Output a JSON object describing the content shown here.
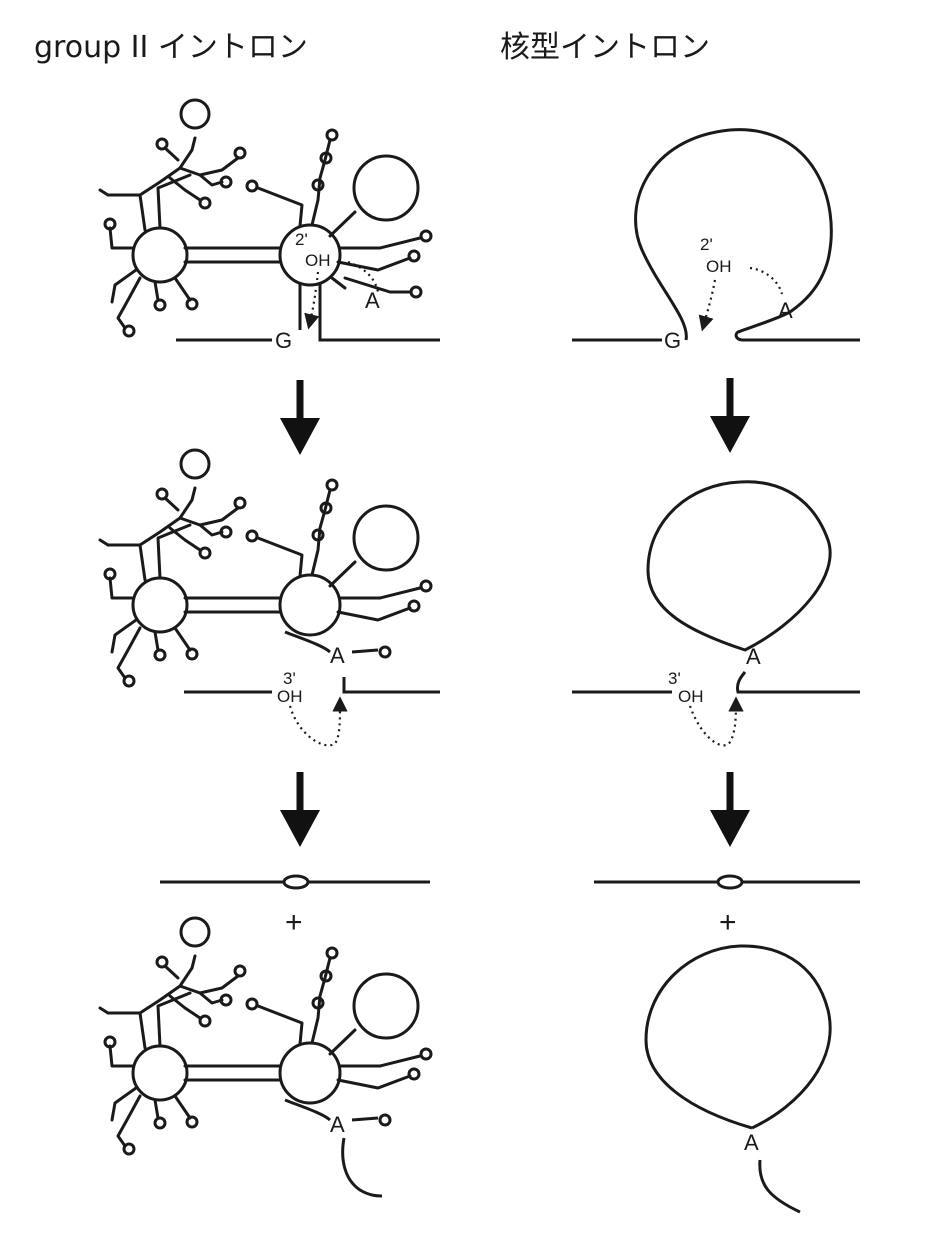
{
  "titles": {
    "left": "group II イントロン",
    "right": "核型イントロン"
  },
  "labels": {
    "g": "G",
    "a": "A",
    "oh": "OH",
    "two_prime": "2'",
    "three_prime": "3'",
    "plus": "+"
  }
}
